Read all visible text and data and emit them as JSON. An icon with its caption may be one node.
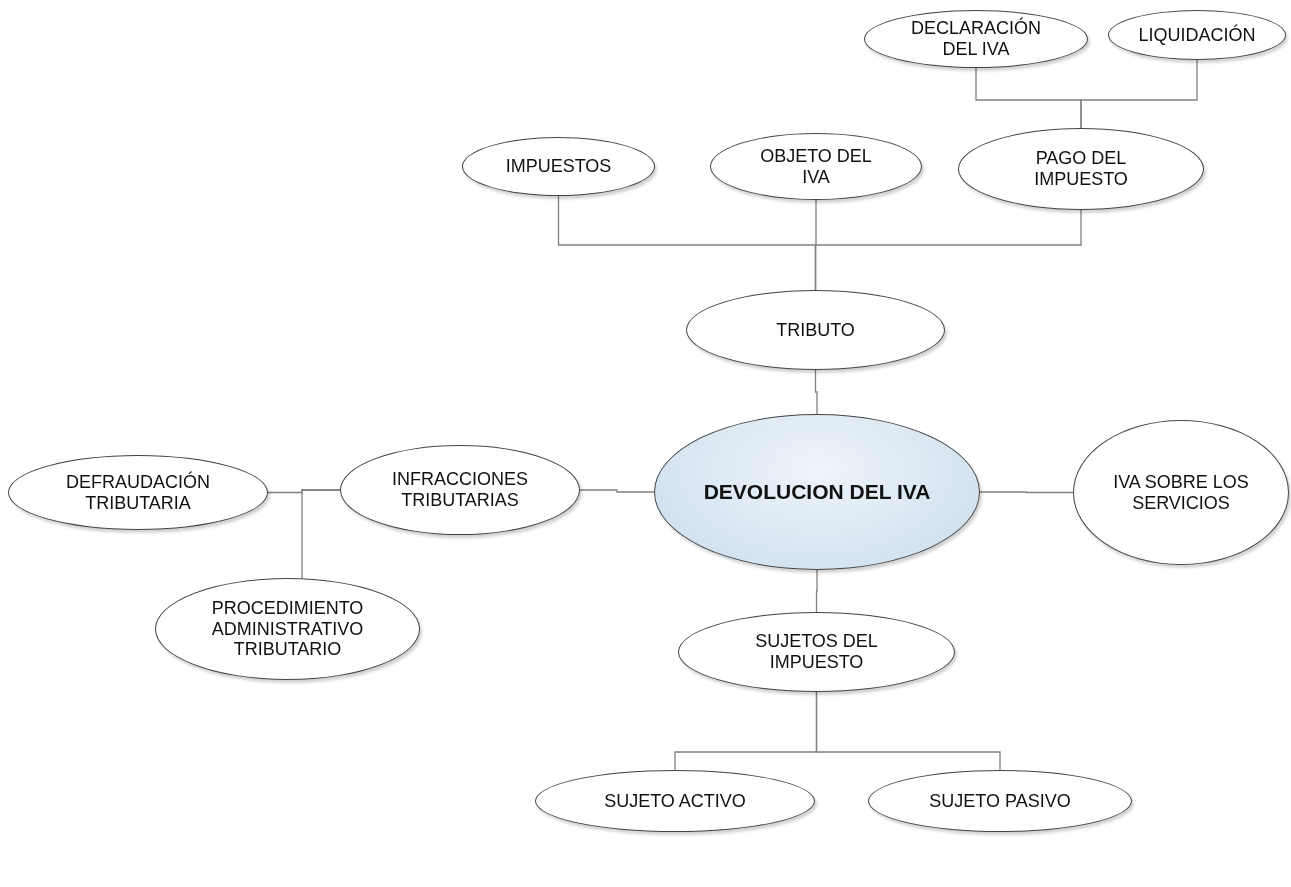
{
  "diagram": {
    "nodes": [
      {
        "text": [
          "DECLARACIÓN DEL IVA"
        ]
      },
      {
        "text": [
          "LIQUIDACIÓN"
        ]
      },
      {
        "text": [
          "IMPUESTOS"
        ]
      },
      {
        "text": [
          "OBJETO DEL IVA"
        ]
      },
      {
        "text": [
          "PAGO DEL IMPUESTO"
        ]
      },
      {
        "text": [
          "TRIBUTO"
        ]
      },
      {
        "text": [
          "DEVOLUCION DEL IVA"
        ]
      },
      {
        "text": [
          "IVA SOBRE LOS SERVICIOS"
        ]
      },
      {
        "text": [
          "INFRACCIONES TRIBUTARIAS"
        ]
      },
      {
        "text": [
          "DEFRAUDACIÓN TRIBUTARIA"
        ]
      },
      {
        "text": [
          "PROCEDIMIENTO ADMINISTRATIVO TRIBUTARIO"
        ]
      },
      {
        "text": [
          "SUJETOS DEL IMPUESTO"
        ]
      },
      {
        "text": [
          "SUJETO ACTIVO"
        ]
      },
      {
        "text": [
          "SUJETO PASIVO"
        ]
      }
    ],
    "edges": [
      {
        "from": 4,
        "to": 0,
        "arrow": "none"
      },
      {
        "from": 4,
        "to": 1,
        "arrow": "none"
      },
      {
        "from": 5,
        "to": 2,
        "arrow": "none"
      },
      {
        "from": 5,
        "to": 3,
        "arrow": "none"
      },
      {
        "from": 5,
        "to": 4,
        "arrow": "none"
      },
      {
        "from": 6,
        "to": 5,
        "arrow": "none"
      },
      {
        "from": 6,
        "to": 7,
        "arrow": "none"
      },
      {
        "from": 6,
        "to": 8,
        "arrow": "none"
      },
      {
        "from": 8,
        "to": 9,
        "arrow": "none"
      },
      {
        "from": 8,
        "to": 10,
        "arrow": "none"
      },
      {
        "from": 6,
        "to": 11,
        "arrow": "none"
      },
      {
        "from": 11,
        "to": 12,
        "arrow": "none"
      },
      {
        "from": 11,
        "to": 13,
        "arrow": "none"
      }
    ]
  }
}
